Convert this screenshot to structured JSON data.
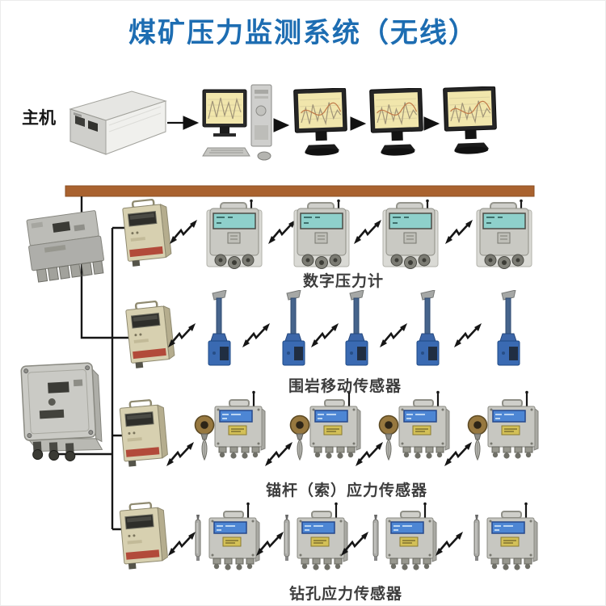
{
  "title": "煤矿压力监测系统（无线）",
  "host": {
    "label": "主机"
  },
  "top_chain": {
    "devices": [
      "host-server",
      "workstation-computer",
      "display-monitor",
      "display-monitor",
      "display-monitor"
    ],
    "arrow_count": 4
  },
  "bus": {
    "description_icon": "cable-bus-bar"
  },
  "rows": [
    {
      "name": "digital-pressure-gauge-row",
      "label": "数字压力计",
      "device_count": 4,
      "wireless_link_count": 4
    },
    {
      "name": "rock-movement-sensor-row",
      "label": "围岩移动传感器",
      "device_count": 5,
      "wireless_link_count": 5
    },
    {
      "name": "anchor-stress-sensor-row",
      "label": "锚杆（索）应力传感器",
      "device_count": 4,
      "wireless_link_count": 4
    },
    {
      "name": "borehole-stress-sensor-row",
      "label": "钻孔应力传感器",
      "device_count": 4,
      "wireless_link_count": 4
    }
  ],
  "colors": {
    "title_blue": "#1d6db2",
    "bus_brown": "#a9622f",
    "wire_black": "#161616",
    "transceiver_beige": "#d7d0b0",
    "transceiver_stripe_red": "#b24a3a",
    "gauge_lcd_teal": "#8ed0cb",
    "sensor_blue": "#3a6ab2",
    "stressbox_lcd_blue": "#4d86d4",
    "stressbox_label_yellow": "#d3c057",
    "anchor_gauge_brass": "#97783f",
    "monitor_screen_yellow": "#f1e6ac"
  }
}
